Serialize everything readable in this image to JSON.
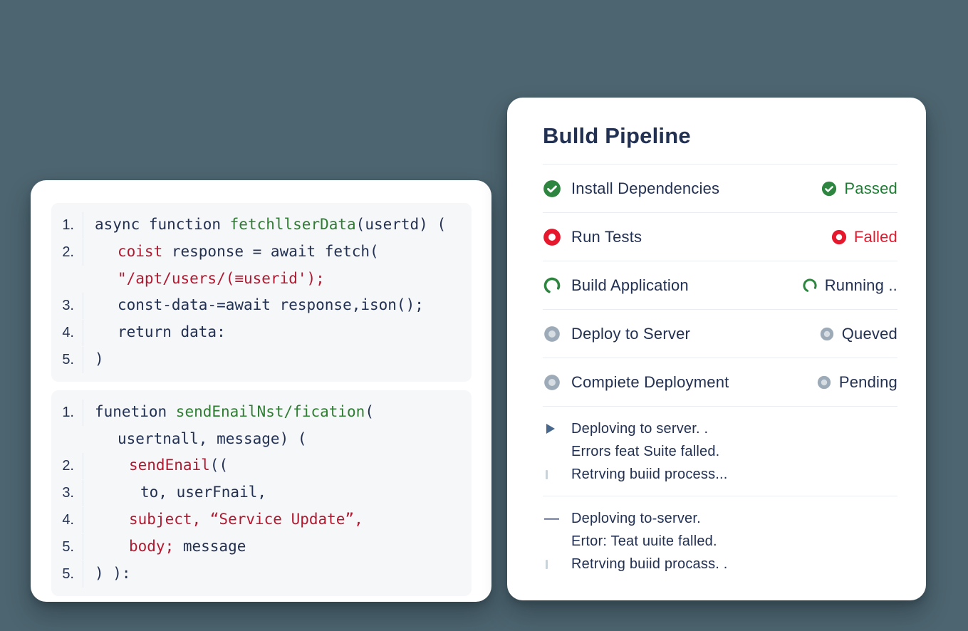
{
  "colors": {
    "background": "#4d6570",
    "card": "#ffffff",
    "panel": "#f6f7f9",
    "navy": "#223052",
    "code_green": "#2e7d32",
    "code_red": "#b2182f",
    "status_green": "#1a7d31",
    "status_red": "#e6182d",
    "icon_green": "#2e8540",
    "icon_red": "#e6182d",
    "icon_gray": "#9dabb8",
    "icon_gray_hole": "#d6dde3",
    "divider": "#e9edf1",
    "marker_blue": "#47688c"
  },
  "code_card": {
    "blocks": [
      {
        "lines": [
          {
            "num": "1.",
            "indent": 0,
            "segments": [
              {
                "text": "async function ",
                "color": "navy"
              },
              {
                "text": "fetchllserData",
                "color": "green"
              },
              {
                "text": "(usertd) (",
                "color": "navy"
              }
            ]
          },
          {
            "num": "2.",
            "indent": 2,
            "segments": [
              {
                "text": "coist",
                "color": "red"
              },
              {
                "text": " response = await fetch(",
                "color": "navy"
              }
            ]
          },
          {
            "num": "",
            "indent": 2,
            "segments": [
              {
                "text": "\"/apt/users/(≡userid');",
                "color": "red"
              }
            ]
          },
          {
            "num": "3.",
            "indent": 2,
            "segments": [
              {
                "text": "const-data-=await response,ison();",
                "color": "navy"
              }
            ]
          },
          {
            "num": "4.",
            "indent": 2,
            "segments": [
              {
                "text": "return data:",
                "color": "navy"
              }
            ]
          },
          {
            "num": "5.",
            "indent": 0,
            "segments": [
              {
                "text": ")",
                "color": "navy"
              }
            ]
          }
        ]
      },
      {
        "lines": [
          {
            "num": "1.",
            "indent": 0,
            "segments": [
              {
                "text": "funetion ",
                "color": "navy"
              },
              {
                "text": "sendEnailNst/fication",
                "color": "green"
              },
              {
                "text": "(",
                "color": "navy"
              }
            ]
          },
          {
            "num": "",
            "indent": 2,
            "segments": [
              {
                "text": "usertnall, message) (",
                "color": "navy"
              }
            ]
          },
          {
            "num": "2.",
            "indent": 3,
            "segments": [
              {
                "text": "sendEnail",
                "color": "red"
              },
              {
                "text": "((",
                "color": "navy"
              }
            ]
          },
          {
            "num": "3.",
            "indent": 4,
            "segments": [
              {
                "text": "to, userFnail,",
                "color": "navy"
              }
            ]
          },
          {
            "num": "4.",
            "indent": 3,
            "segments": [
              {
                "text": "subject, “Service Update”,",
                "color": "red"
              }
            ]
          },
          {
            "num": "5.",
            "indent": 3,
            "segments": [
              {
                "text": "body;",
                "color": "red"
              },
              {
                "text": " message",
                "color": "navy"
              }
            ]
          },
          {
            "num": "5.",
            "indent": 0,
            "segments": [
              {
                "text": ") ):",
                "color": "navy"
              }
            ]
          }
        ]
      }
    ]
  },
  "pipeline_card": {
    "title": "Bulld Pipeline",
    "steps": [
      {
        "label": "Install Dependencies",
        "icon": "check-circle",
        "status": {
          "label": "Passed",
          "icon": "check-circle",
          "color": "green"
        }
      },
      {
        "label": "Run Tests",
        "icon": "fail-circle",
        "status": {
          "label": "Falled",
          "icon": "fail-circle",
          "color": "red"
        }
      },
      {
        "label": "Build Application",
        "icon": "spinner",
        "status": {
          "label": "Running ..",
          "icon": "spinner",
          "color": "navy"
        }
      },
      {
        "label": "Deploy to Server",
        "icon": "queued-donut",
        "status": {
          "label": "Queved",
          "icon": "queued-donut",
          "color": "navy"
        }
      },
      {
        "label": "Compiete Deployment",
        "icon": "queued-donut",
        "status": {
          "label": "Pending",
          "icon": "queued-donut",
          "color": "navy"
        }
      }
    ],
    "logs": [
      {
        "lines": [
          {
            "marker": "triangle",
            "text": "Deploving to server. ."
          },
          {
            "marker": "none",
            "text": "Errors feat Suite falled."
          },
          {
            "marker": "tick",
            "text": "Retrving buiid process..."
          }
        ]
      },
      {
        "lines": [
          {
            "marker": "dash",
            "text": "Deploving to-server."
          },
          {
            "marker": "none",
            "text": "Ertor: Teat uuite falled."
          },
          {
            "marker": "tick",
            "text": "Retrving buiid procass. ."
          }
        ]
      }
    ]
  }
}
